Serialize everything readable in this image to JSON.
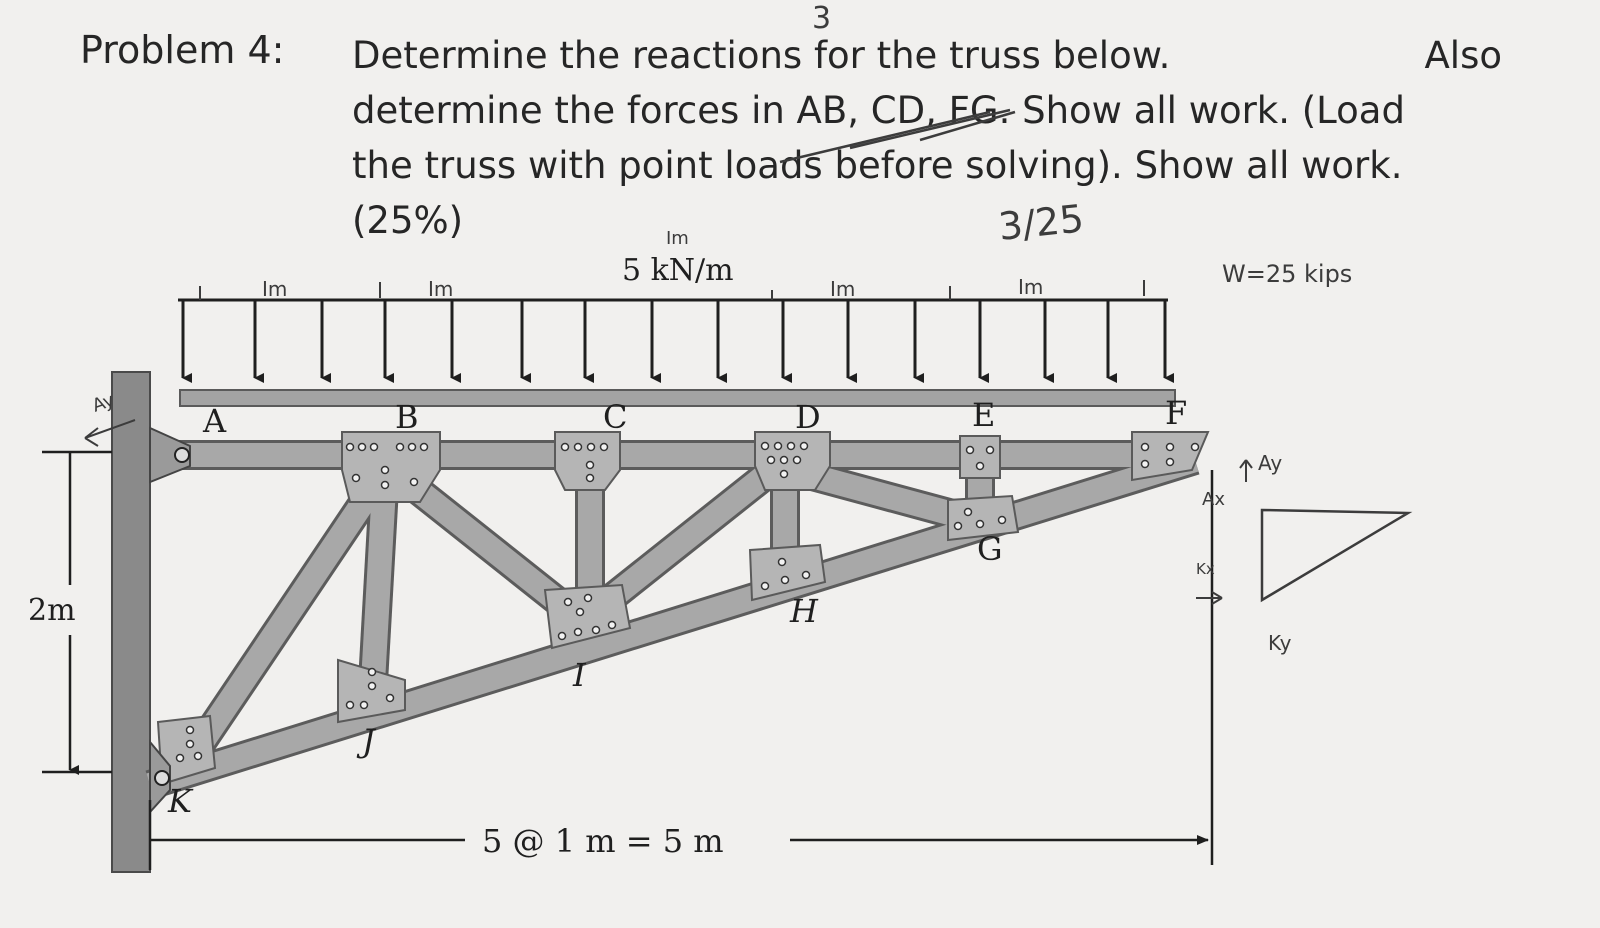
{
  "problem": {
    "label": "Problem 4:",
    "line1a": "Determine the reactions for the truss below.",
    "line1b": "Also",
    "line2": "determine the forces in AB, CD, FG. Show all work. (Load",
    "line3": "the truss with point loads before solving). Show all work.",
    "line4": "(25%)"
  },
  "figure": {
    "load_label": "5 kN/m",
    "height_label": "2m",
    "span_label": "5 @ 1 m = 5 m",
    "joints": {
      "A": "A",
      "B": "B",
      "C": "C",
      "D": "D",
      "E": "E",
      "F": "F",
      "G": "G",
      "H": "H",
      "I": "I",
      "J": "J",
      "K": "K"
    }
  },
  "handwriting": {
    "score_top": "3",
    "score_frac": "3/25",
    "im_top": "Im",
    "spacing": [
      "Im",
      "Im",
      "Im",
      "Im"
    ],
    "weight_note": "W=25 kips",
    "ay_left": "Ay",
    "ay_right": "Ay",
    "ax": "Ax",
    "kx": "Kx",
    "ky": "Ky"
  }
}
